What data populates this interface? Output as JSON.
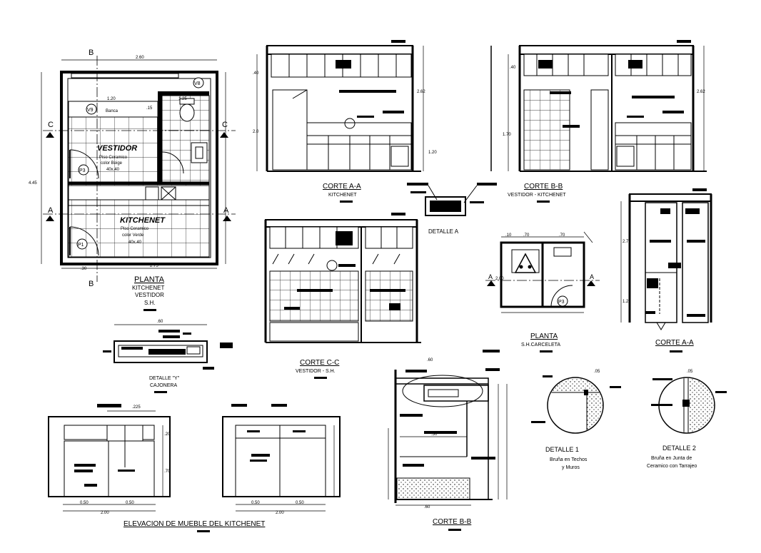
{
  "planta_main": {
    "title": "PLANTA",
    "subtitle_1": "KITCHENET",
    "subtitle_2": "VESTIDOR",
    "subtitle_3": "S.H.",
    "room_vestidor": "VESTIDOR",
    "vestidor_note_1": "Piso Ceramico",
    "vestidor_note_2": "color Beige",
    "vestidor_note_3": "40x.40",
    "room_kitchenet": "KITCHENET",
    "kitchenet_note_1": "Piso Ceramico",
    "kitchenet_note_2": "color Verde",
    "kitchenet_note_3": "40x.40",
    "label_banca": "Banca",
    "tag_v8": "V8",
    "tag_v9": "V9",
    "tag_p3": "P3",
    "tag_p1": "P1",
    "section_b_top": "B",
    "section_b_bottom": "B",
    "section_c_left": "C",
    "section_c_right": "C",
    "section_a_left": "A",
    "section_a_right": "A",
    "dim_top": "2.60",
    "dim_bottom": "2.75",
    "dim_left": "4.45",
    "dim_1": ".30",
    "dim_2": "1.20",
    "dim_3": "1.25",
    "dim_4": ".15"
  },
  "corte_aa": {
    "title": "CORTE A-A",
    "subtitle": "KITCHENET",
    "dim_1": ".40",
    "dim_2": "2.0",
    "dim_3": "2.62",
    "dim_4": "1.20"
  },
  "corte_bb_top": {
    "title": "CORTE B-B",
    "subtitle": "VESTIDOR - KITCHENET",
    "dim_1": ".40",
    "dim_2": "2.62",
    "dim_3": "1.70"
  },
  "corte_cc": {
    "title": "CORTE C-C",
    "subtitle": "VESTIDOR - S.H."
  },
  "detalle_a": {
    "title": "DETALLE A"
  },
  "planta_sh": {
    "title": "PLANTA",
    "subtitle": "S.H.CARCELETA",
    "section_left": "A",
    "section_right": "A",
    "tag": "P3",
    "dim_1": ".10",
    "dim_2": ".70",
    "dim_3": "2.00",
    "dim_4": ".70"
  },
  "corte_aa_right": {
    "title": "CORTE A-A",
    "dim_1": "2.70",
    "dim_2": "1.20"
  },
  "detalle_y": {
    "title": "DETALLE \"Y\"",
    "subtitle": "CAJONERA",
    "dim": ".60"
  },
  "elevacion": {
    "title": "ELEVACION DE MUEBLE DEL KITCHENET",
    "dim_1": ".225",
    "dim_2": "2.00",
    "dim_3": "2.00",
    "dim_4": "0.50",
    "dim_5": "0.50",
    "dim_6": "0.50",
    "dim_7": "0.50",
    "dim_8": ".20",
    "dim_9": ".70"
  },
  "corte_bb_bottom": {
    "title": "CORTE B-B",
    "dim_1": ".60",
    "dim_2": ".30",
    "dim_3": ".60"
  },
  "detalle_1": {
    "title": "DETALLE 1",
    "line_1": "Bruña en Techos",
    "line_2": "y Muros",
    "dim": ".05"
  },
  "detalle_2": {
    "title": "DETALLE 2",
    "line_1": "Bruña en Junta de",
    "line_2": "Ceramico con Tarrajeo",
    "dim": ".05"
  },
  "colors": {
    "line": "#000000",
    "background": "#ffffff"
  }
}
